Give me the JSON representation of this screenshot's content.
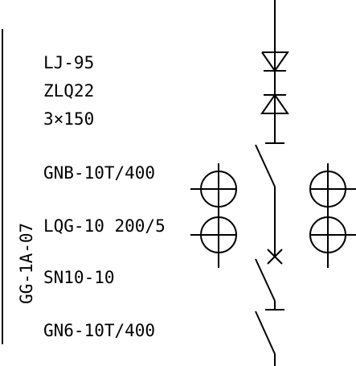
{
  "panel_id": "GG-1A-07",
  "cable_labels": [
    "LJ-95",
    "ZLQ22",
    "3×150"
  ],
  "equipment_labels": [
    "GNB-10T/400",
    "LQG-10 200/5",
    "SN10-10",
    "GN6-10T/400"
  ]
}
